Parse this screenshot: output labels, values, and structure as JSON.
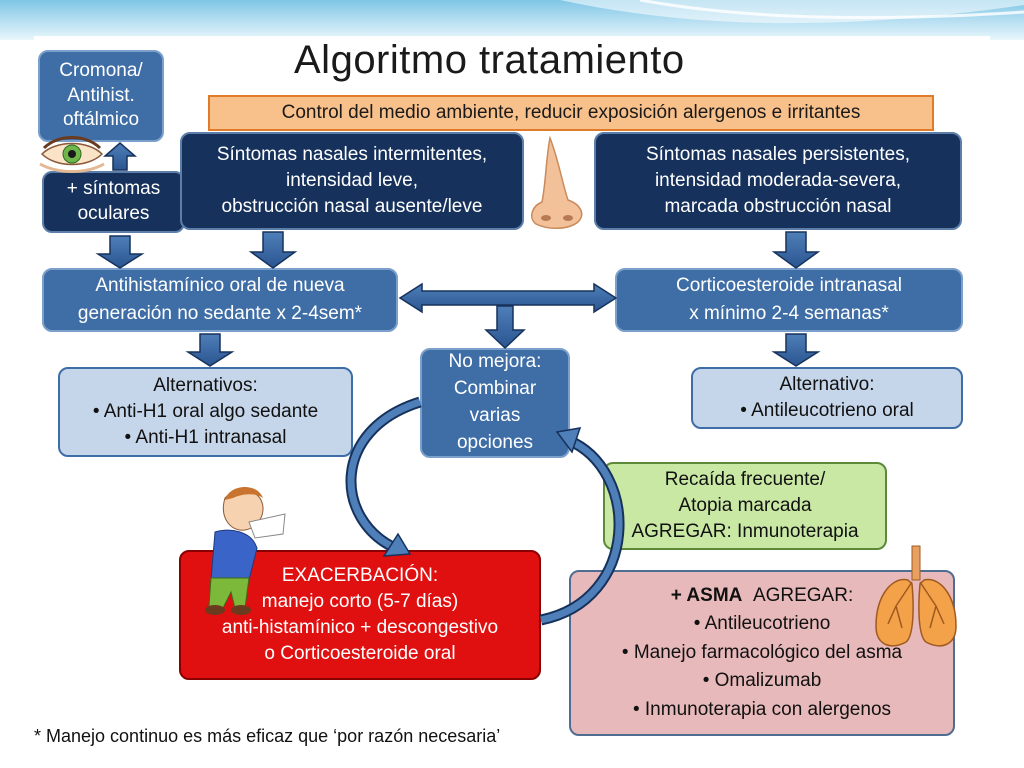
{
  "title": "Algoritmo tratamiento",
  "env_control": "Control del medio ambiente, reducir exposición alergenos e irritantes",
  "cromona": [
    "Cromona/",
    "Antihist.",
    "oftálmico"
  ],
  "ocular": [
    "+ síntomas",
    "oculares"
  ],
  "intermitentes": [
    "Síntomas nasales intermitentes,",
    "intensidad leve,",
    "obstrucción nasal ausente/leve"
  ],
  "persistentes": [
    "Síntomas nasales persistentes,",
    "intensidad moderada-severa,",
    "marcada obstrucción nasal"
  ],
  "antihistaminico": [
    "Antihistamínico oral de nueva",
    "generación no sedante x 2-4sem*"
  ],
  "corticoide": [
    "Corticoesteroide intranasal",
    "x mínimo 2-4 semanas*"
  ],
  "no_mejora": [
    "No mejora:",
    "Combinar",
    "varias",
    "opciones"
  ],
  "alternativos": [
    "Alternativos:",
    "• Anti-H1 oral algo sedante",
    "• Anti-H1 intranasal"
  ],
  "alternativo": [
    "Alternativo:",
    "• Antileucotrieno oral"
  ],
  "recaida": [
    "Recaída frecuente/",
    "Atopia marcada",
    "AGREGAR: Inmunoterapia"
  ],
  "exacerbacion": [
    "EXACERBACIÓN:",
    "manejo corto (5-7 días)",
    "anti-histamínico + descongestivo",
    "o Corticoesteroide oral"
  ],
  "asma": {
    "heading_bold": "+ ASMA",
    "heading_rest": "AGREGAR:",
    "items": [
      "• Antileucotrieno",
      "• Manejo farmacológico del asma",
      "• Omalizumab",
      "• Inmunoterapia con alergenos"
    ]
  },
  "footnote": "* Manejo continuo es más eficaz que ‘por razón necesaria’",
  "icons": [
    "eye-icon",
    "nose-icon",
    "sneezing-child-icon",
    "lungs-icon"
  ],
  "colors": {
    "dark_box": "#16325c",
    "mid_box": "#3f6ea6",
    "light_box": "#c6d6ea",
    "red_box": "#e01010",
    "pink_box": "#e8b9ba",
    "green_box": "#c9e8a4",
    "orange_box": "#f8c08a"
  }
}
